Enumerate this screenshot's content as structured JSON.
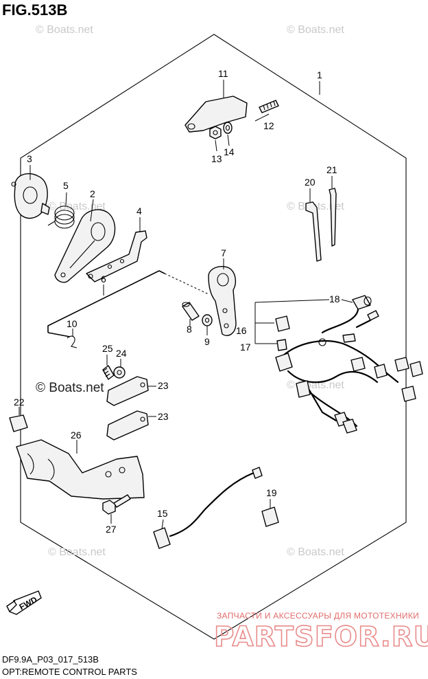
{
  "header": {
    "figure_label": "FIG.513B"
  },
  "watermarks": [
    "© Boats.net",
    "© Boats.net",
    "© Boats.net",
    "© Boats.net",
    "© Boats.net",
    "© Boats.net",
    "© Boats.net",
    "© Boats.net"
  ],
  "callouts": [
    "1",
    "2",
    "3",
    "4",
    "5",
    "6",
    "7",
    "8",
    "9",
    "10",
    "11",
    "12",
    "13",
    "14",
    "15",
    "16",
    "17",
    "18",
    "19",
    "20",
    "21",
    "22",
    "23",
    "23",
    "24",
    "25",
    "26",
    "27"
  ],
  "fwd_badge": "FWD",
  "shop_banner": {
    "tagline": "ЗАПЧАСТИ И АКСЕССУАРЫ ДЛЯ МОТОТЕХНИКИ",
    "brand": "PARTSFOR.RU"
  },
  "footer": {
    "diagram_code": "DF9.9A_P03_017_513B",
    "caption": "OPT:REMOTE CONTROL PARTS"
  }
}
